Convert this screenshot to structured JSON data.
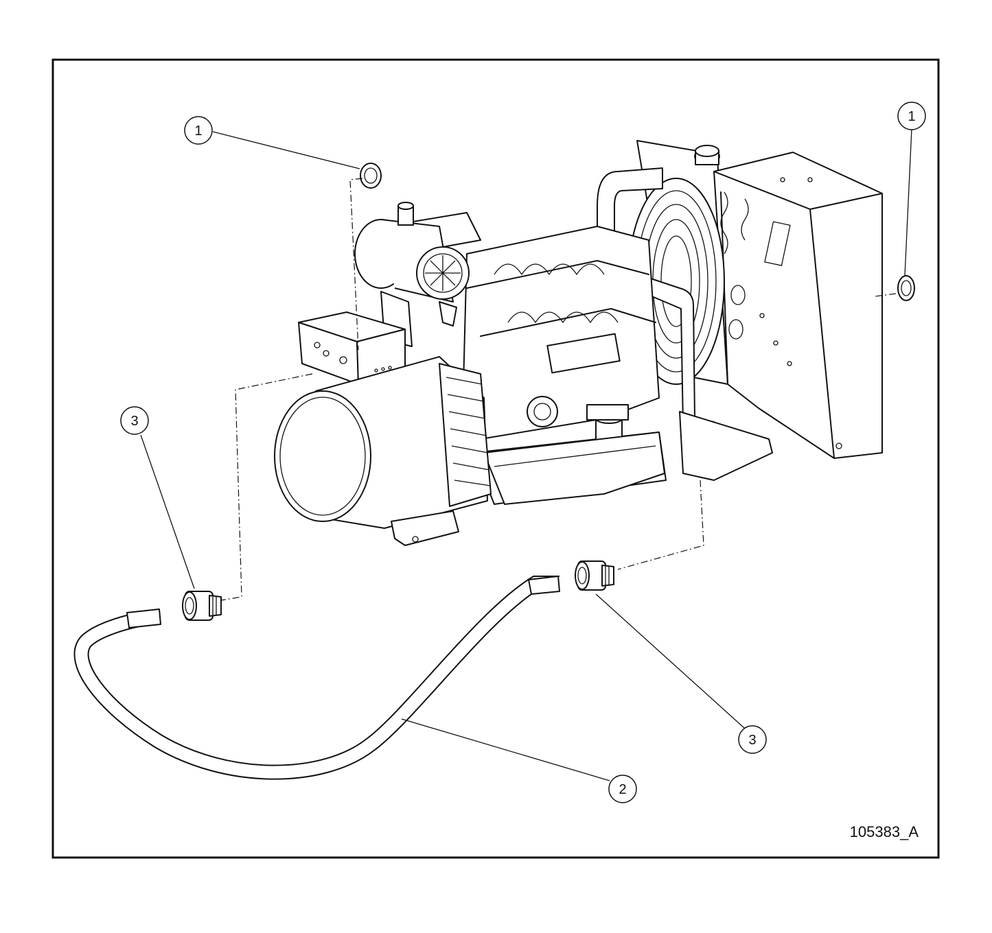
{
  "figure": {
    "id_label": "105383_A",
    "stroke_color": "#111111",
    "background": "#ffffff"
  },
  "callouts": {
    "c1_left": "1",
    "c1_right": "1",
    "c2": "2",
    "c3_left": "3",
    "c3_right": "3"
  },
  "icons": {
    "generator": "generator-engine-illustration",
    "hose": "hose-illustration",
    "fitting": "hose-fitting-illustration",
    "ring": "ring-gasket-illustration"
  }
}
